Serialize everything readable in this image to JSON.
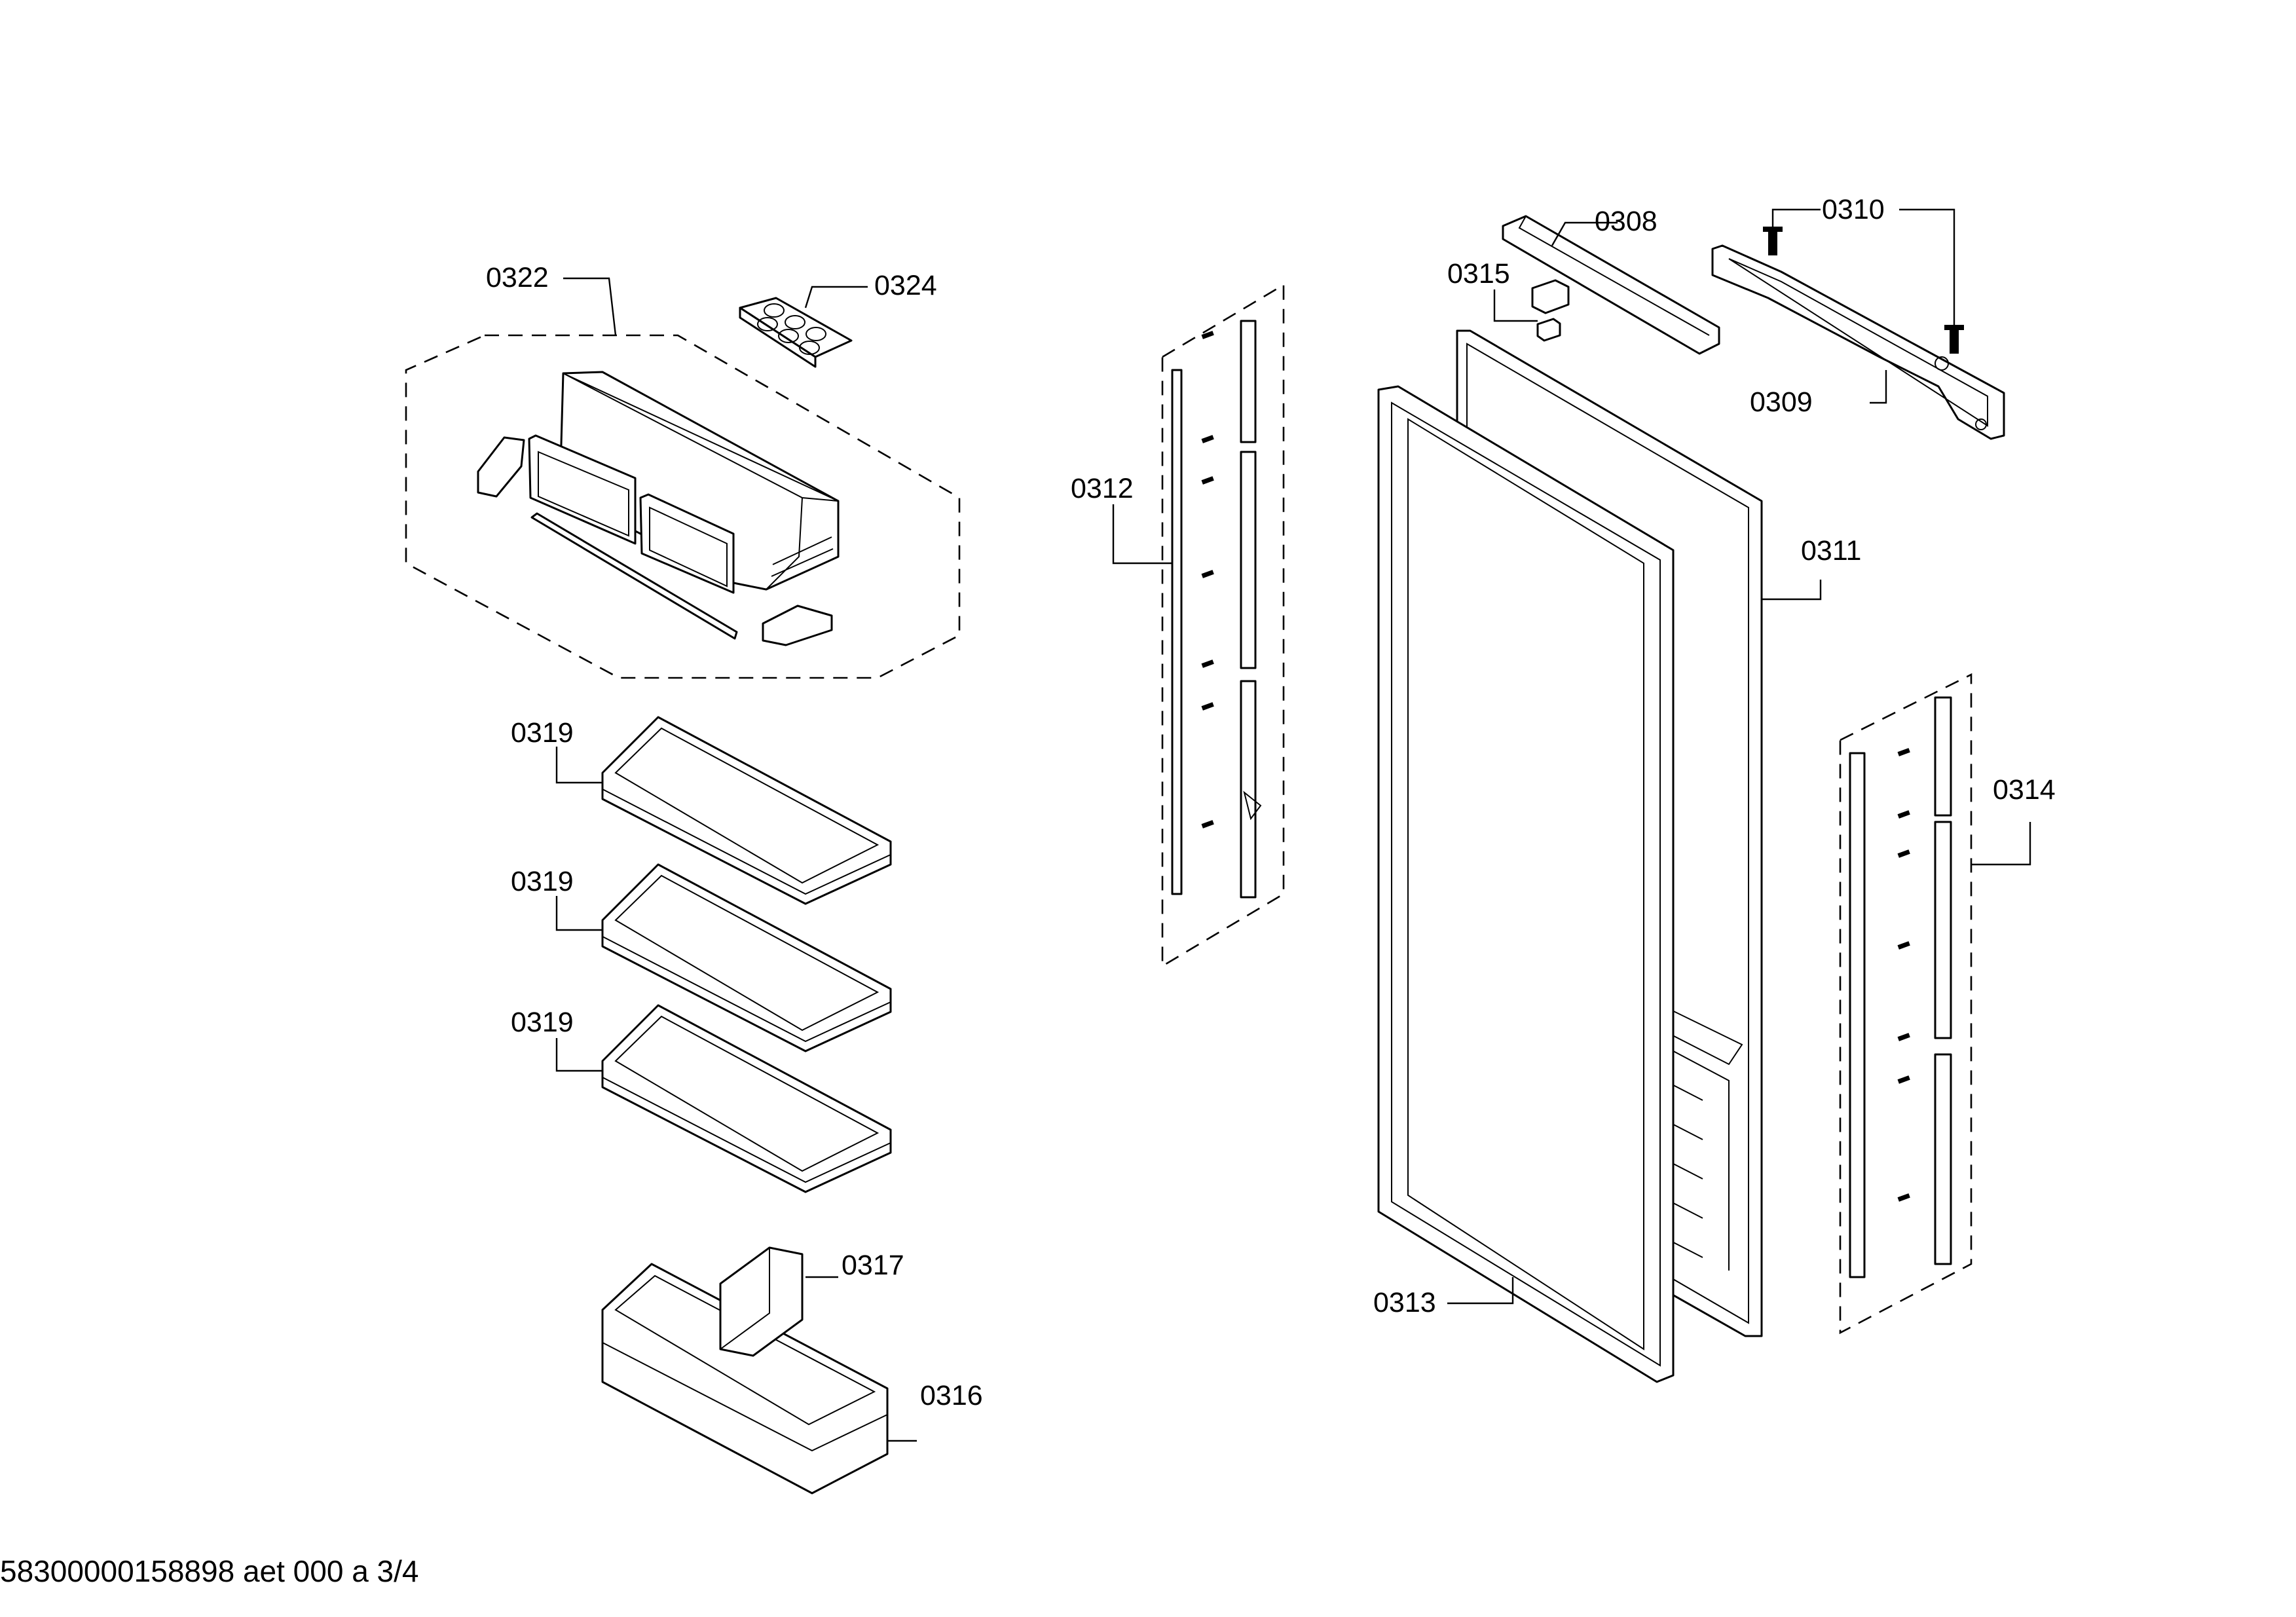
{
  "labels": {
    "p0308": "0308",
    "p0309": "0309",
    "p0310": "0310",
    "p0311": "0311",
    "p0312": "0312",
    "p0313": "0313",
    "p0314": "0314",
    "p0315": "0315",
    "p0316": "0316",
    "p0317": "0317",
    "p0319a": "0319",
    "p0319b": "0319",
    "p0319c": "0319",
    "p0322": "0322",
    "p0324": "0324"
  },
  "footer": {
    "doc_id": "58300000158898 aet 000 a 3/4"
  }
}
